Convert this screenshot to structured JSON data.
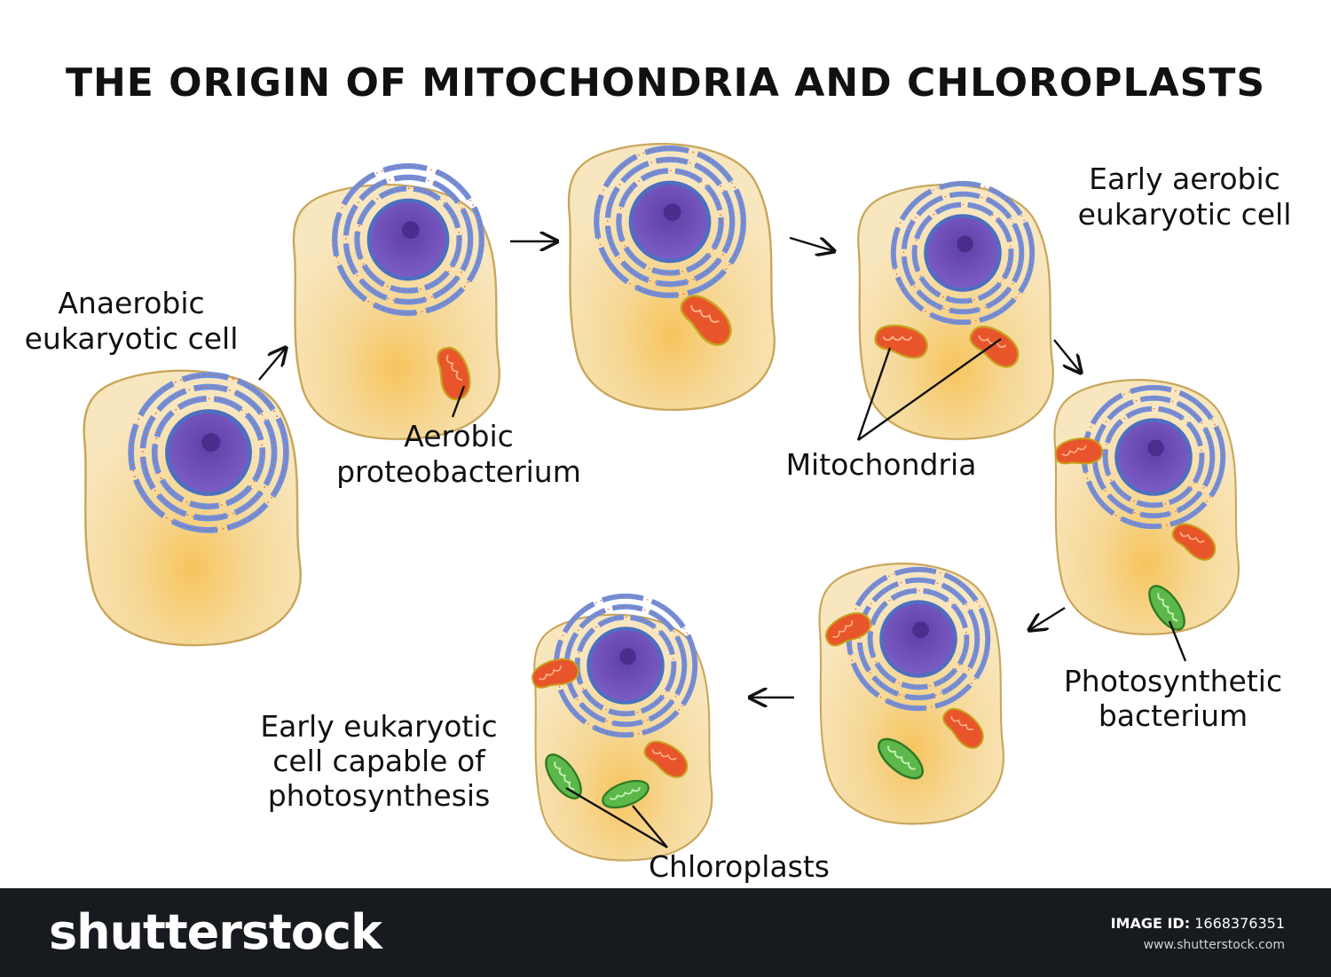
{
  "title": "THE ORIGIN OF MITOCHONDRIA AND CHLOROPLASTS",
  "labels": {
    "anaerobic_line1": "Anaerobic",
    "anaerobic_line2": "eukaryotic cell",
    "aerobic_line1": "Aerobic",
    "aerobic_line2": "proteobacterium",
    "early_aerobic_line1": "Early aerobic",
    "early_aerobic_line2": "eukaryotic cell",
    "mitochondria": "Mitochondria",
    "photosynthetic_line1": "Photosynthetic",
    "photosynthetic_line2": "bacterium",
    "early_photo_line1": "Early eukaryotic",
    "early_photo_line2": "cell capable of",
    "early_photo_line3": "photosynthesis",
    "chloroplasts": "Chloroplasts"
  },
  "footer": {
    "brand": "shutterstock",
    "image_id_label": "IMAGE ID:",
    "image_id": "1668376351",
    "site": "www.shutterstock.com"
  },
  "colors": {
    "cytoplasm": "#f7e3b0",
    "membrane": "#c8a45a",
    "nucleus": "#6a4bb3",
    "er": "#6f8fdc",
    "mitochondrion": "#e8552b",
    "chloroplast": "#5cb84a",
    "footer_bg": "#171a1e"
  }
}
